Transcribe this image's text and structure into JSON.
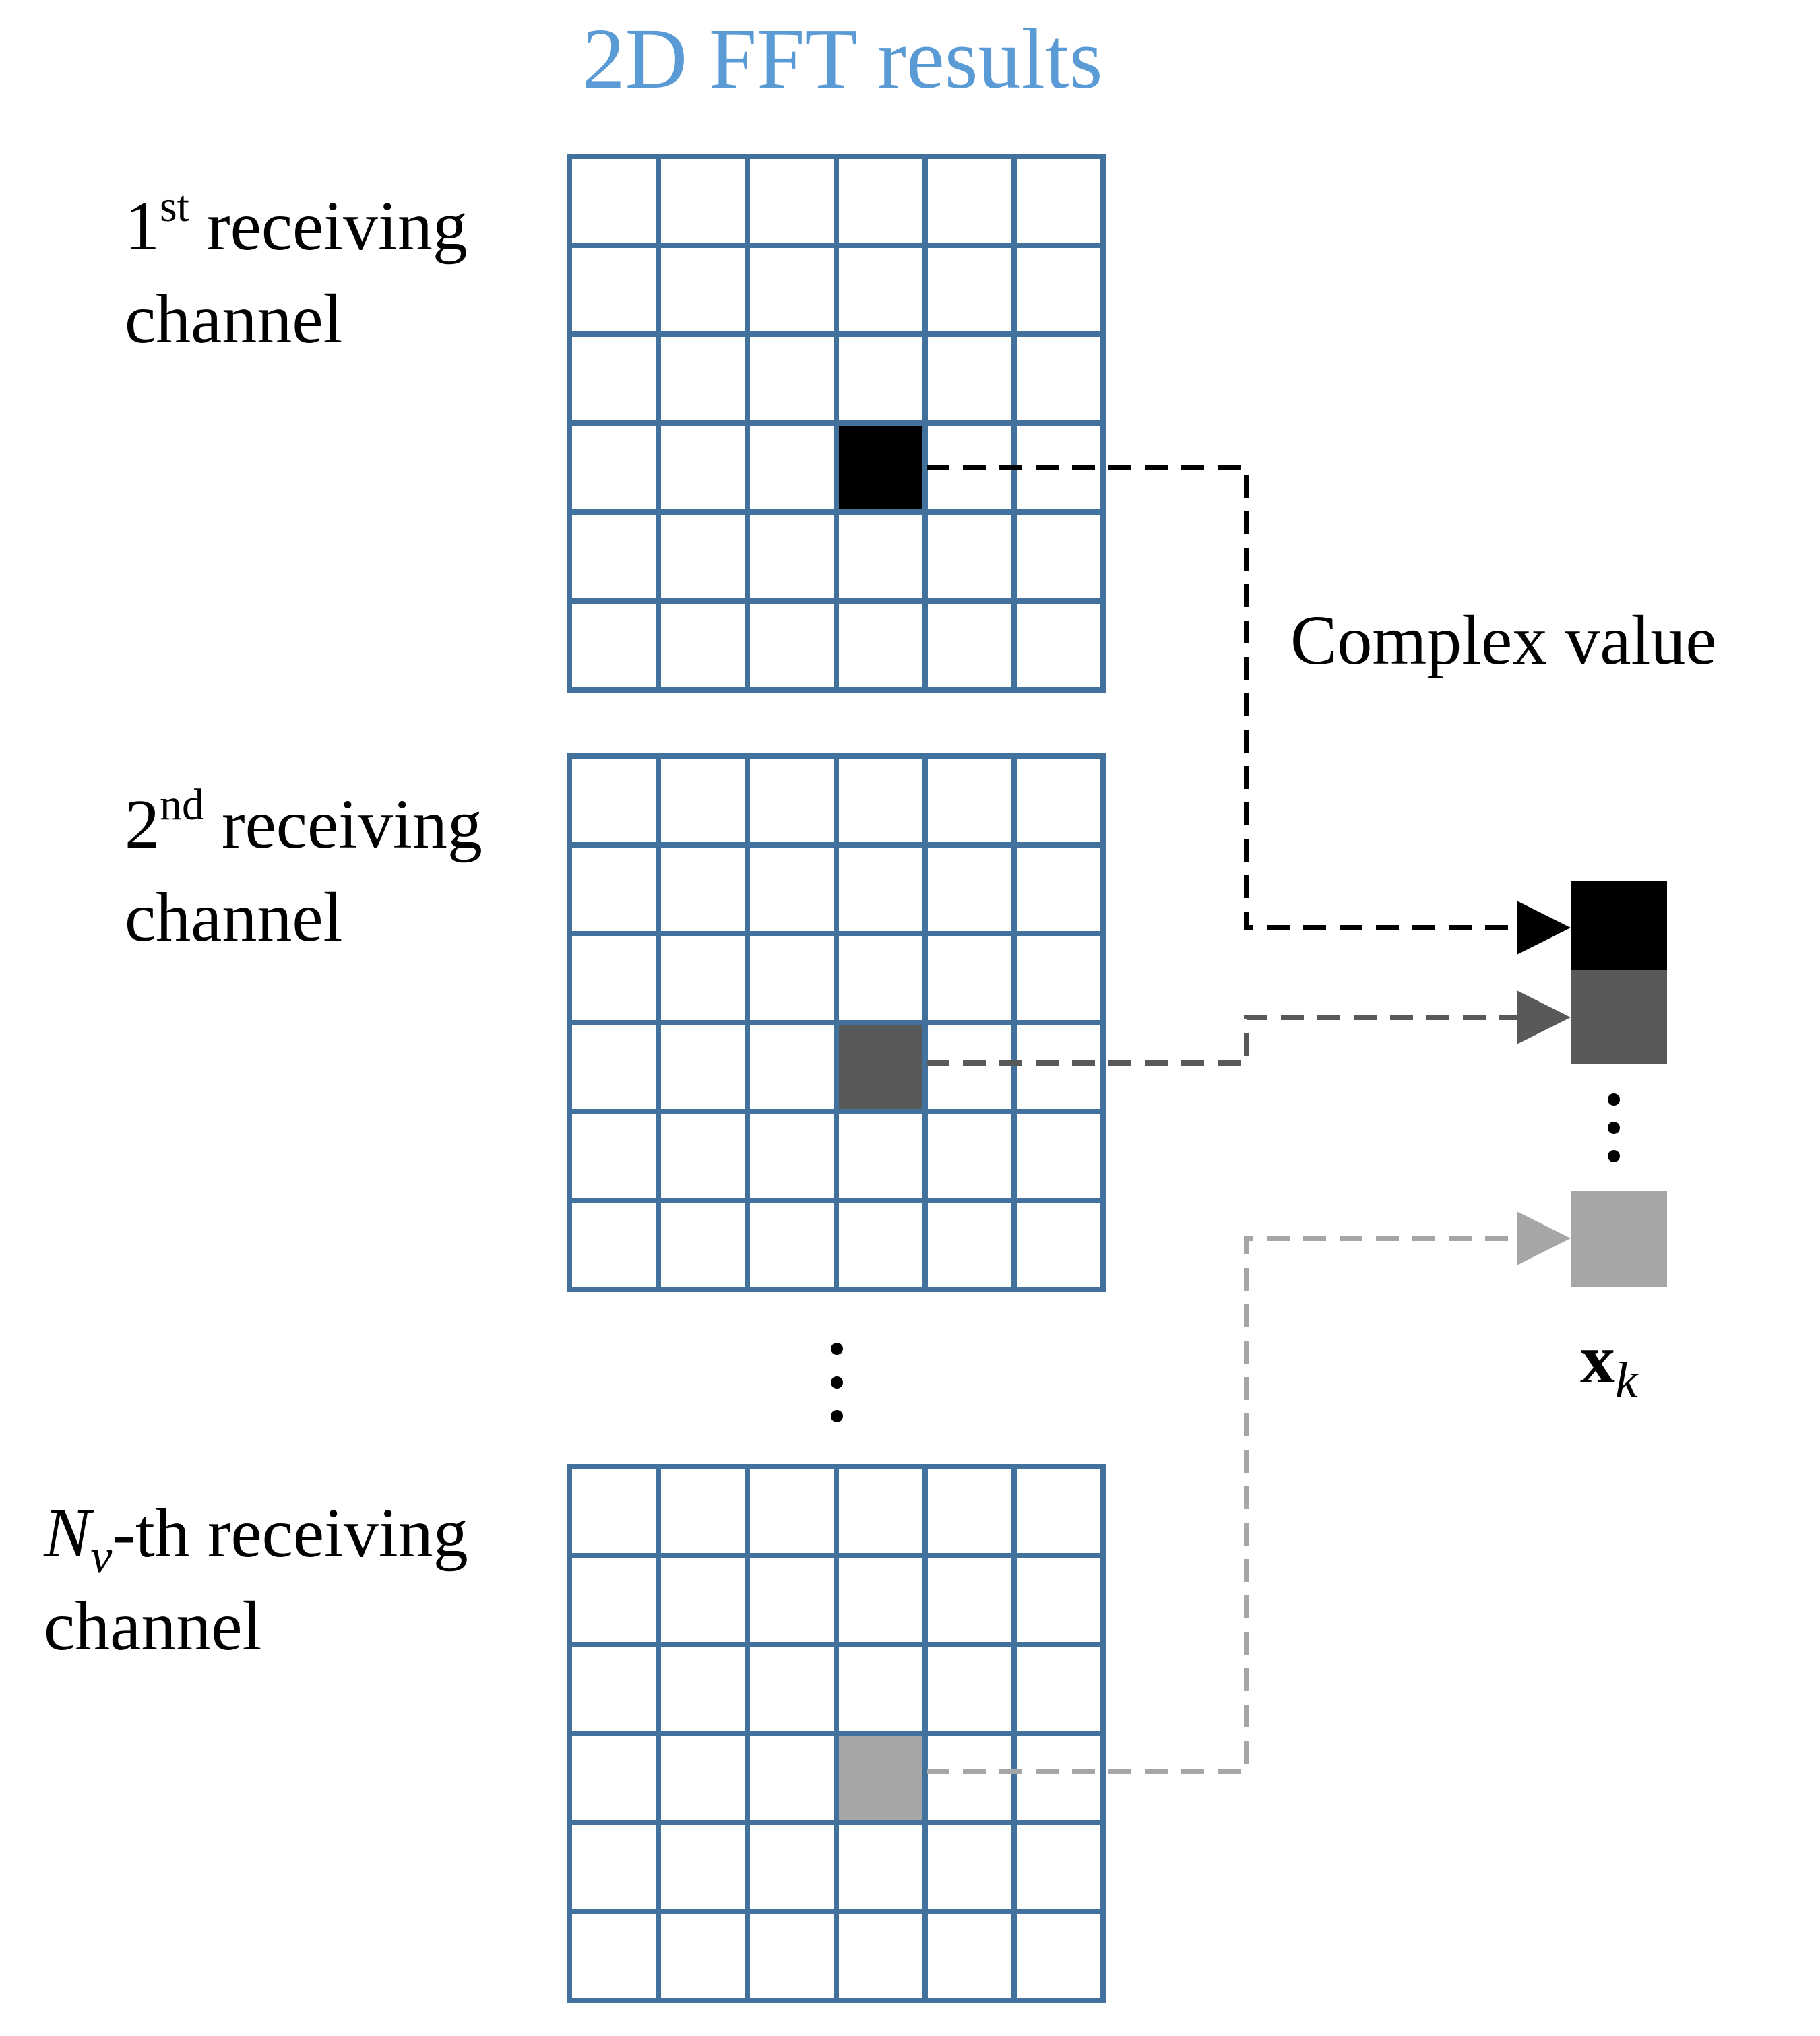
{
  "title": "2D FFT results",
  "channels": [
    {
      "ordinal": "1",
      "superscript": "st",
      "line1_rest": " receiving",
      "line2": "channel",
      "highlight_row": 3,
      "highlight_col": 3
    },
    {
      "ordinal": "2",
      "superscript": "nd",
      "line1_rest": " receiving",
      "line2": "channel",
      "highlight_row": 3,
      "highlight_col": 3
    },
    {
      "ordinal": "N",
      "subscript": "v",
      "line1_rest": "-th receiving",
      "line2": "channel",
      "highlight_row": 3,
      "highlight_col": 3
    }
  ],
  "grid": {
    "rows": 6,
    "cols": 6
  },
  "connector_label": "Complex value",
  "vector_label": {
    "base": "x",
    "subscript": "k"
  },
  "colors": {
    "title": "#5b9bd5",
    "grid_line": "#41719c",
    "cell_black": "#000000",
    "cell_dark_gray": "#595959",
    "cell_light_gray": "#a6a6a6",
    "text": "#000000"
  }
}
